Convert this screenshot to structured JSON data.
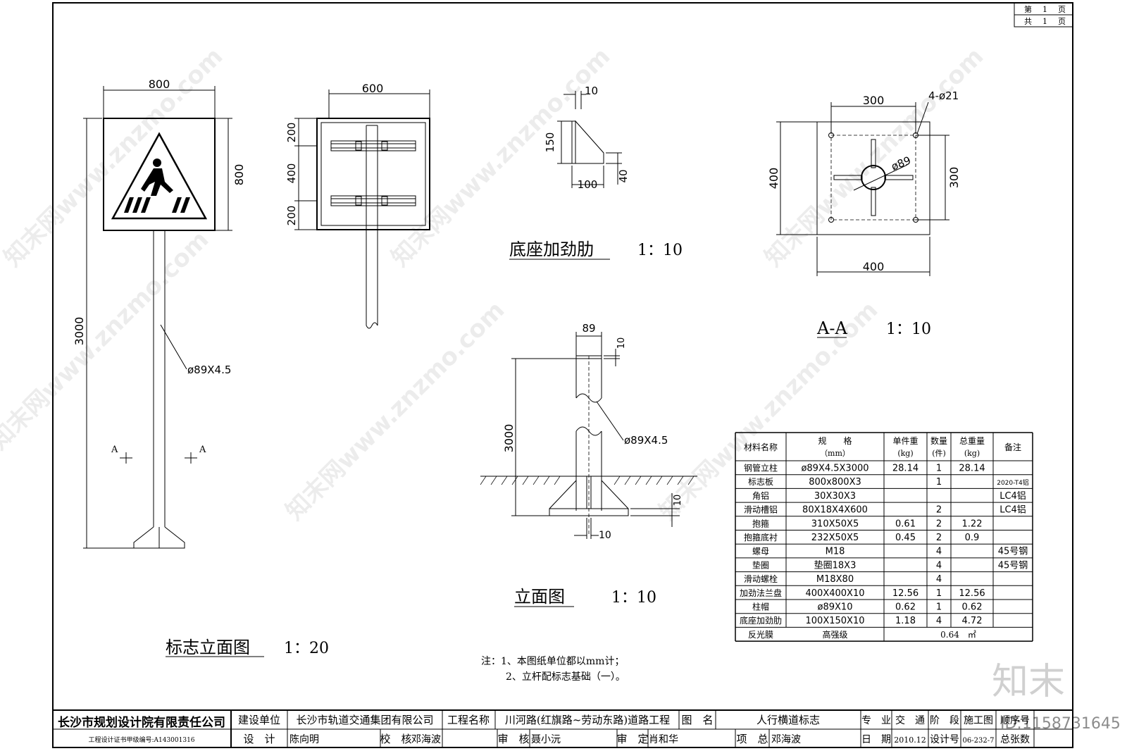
{
  "corner": {
    "sheet_label": "第",
    "sheet_no": "1",
    "sheet_unit": "页",
    "total_label": "共",
    "total_no": "1",
    "total_unit": "页"
  },
  "sign_elev": {
    "dim_width": "800",
    "dim_height": "800",
    "dim_pole": "3000",
    "pipe": "ø89X4.5",
    "sec_a": "A",
    "title": "标志立面图",
    "scale": "1：20"
  },
  "back_view": {
    "dim_width": "600",
    "dim_top": "200",
    "dim_mid": "400",
    "dim_bot": "200"
  },
  "rib": {
    "dim_t": "10",
    "dim_h": "150",
    "dim_b": "100",
    "dim_c": "40",
    "title": "底座加劲肋",
    "scale": "1：10"
  },
  "section_aa": {
    "dim_top": "300",
    "dim_holes": "4-ø21",
    "dim_left": "400",
    "dim_right": "300",
    "dim_pipe": "ø89",
    "dim_bottom": "400",
    "title": "A-A",
    "scale": "1：10"
  },
  "elevation": {
    "dim_d": "89",
    "dim_cap": "10",
    "dim_h": "3000",
    "pipe": "ø89X4.5",
    "dim_plate": "10",
    "dim_rib": "10",
    "title": "立面图",
    "scale": "1：10"
  },
  "table": {
    "headers": [
      "材料名称",
      "规　　格\n（mm）",
      "单件重\n(kg)",
      "数量\n(件)",
      "总重量\n(kg)",
      "备注"
    ],
    "rows": [
      [
        "钢管立柱",
        "ø89X4.5X3000",
        "28.14",
        "1",
        "28.14",
        ""
      ],
      [
        "标志板",
        "800x800X3",
        "",
        "1",
        "",
        "2020-T4铝"
      ],
      [
        "角铝",
        "30X30X3",
        "",
        "",
        "",
        "LC4铝"
      ],
      [
        "滑动槽铝",
        "80X18X4X600",
        "",
        "2",
        "",
        "LC4铝"
      ],
      [
        "抱箍",
        "310X50X5",
        "0.61",
        "2",
        "1.22",
        ""
      ],
      [
        "抱箍底衬",
        "232X50X5",
        "0.45",
        "2",
        "0.9",
        ""
      ],
      [
        "螺母",
        "M18",
        "",
        "4",
        "",
        "45号钢"
      ],
      [
        "垫圈",
        "垫圈18X3",
        "",
        "4",
        "",
        "45号钢"
      ],
      [
        "滑动螺栓",
        "M18X80",
        "",
        "4",
        "",
        ""
      ],
      [
        "加劲法兰盘",
        "400X400X10",
        "12.56",
        "1",
        "12.56",
        ""
      ],
      [
        "柱帽",
        "ø89X10",
        "0.62",
        "1",
        "0.62",
        ""
      ],
      [
        "底座加劲肋",
        "100X150X10",
        "1.18",
        "4",
        "4.72",
        ""
      ]
    ],
    "last_name": "反光膜",
    "last_spec": "高强级",
    "last_value": "0.64　㎡"
  },
  "notes": {
    "line1": "注：1、本图纸单位都以mm计；",
    "line2": "2、立杆配标志基础（一）。"
  },
  "titleblock": {
    "company": "长沙市规划设计院有限责任公司",
    "cert": "工程设计证书甲级编号:A143001316",
    "client_label": "建设单位",
    "client": "长沙市轨道交通集团有限公司",
    "project_label": "工程名称",
    "project": "川河路(红旗路~劳动东路)道路工程",
    "drawing_label": "图　名",
    "drawing": "人行横道标志",
    "major_label": "专　业",
    "major": "交　通",
    "stage_label": "阶　段",
    "stage": "施工图",
    "sheet_label": "顺序号",
    "design_label": "设　计",
    "designer": "陈向明",
    "check_label": "校　核",
    "checker": "邓海波",
    "review_label": "审　核",
    "reviewer": "聂小沅",
    "approve_label": "审　定",
    "approver": "肖和华",
    "lead_label": "项　总",
    "lead": "邓海波",
    "date_label": "日　期",
    "date": "2010.12",
    "number_label": "设计号",
    "number": "06-232-7",
    "total_label": "总张数"
  },
  "watermark": {
    "text": "知末网www.znzmo.com",
    "logo": "知末",
    "id": "ID:1158731645"
  }
}
